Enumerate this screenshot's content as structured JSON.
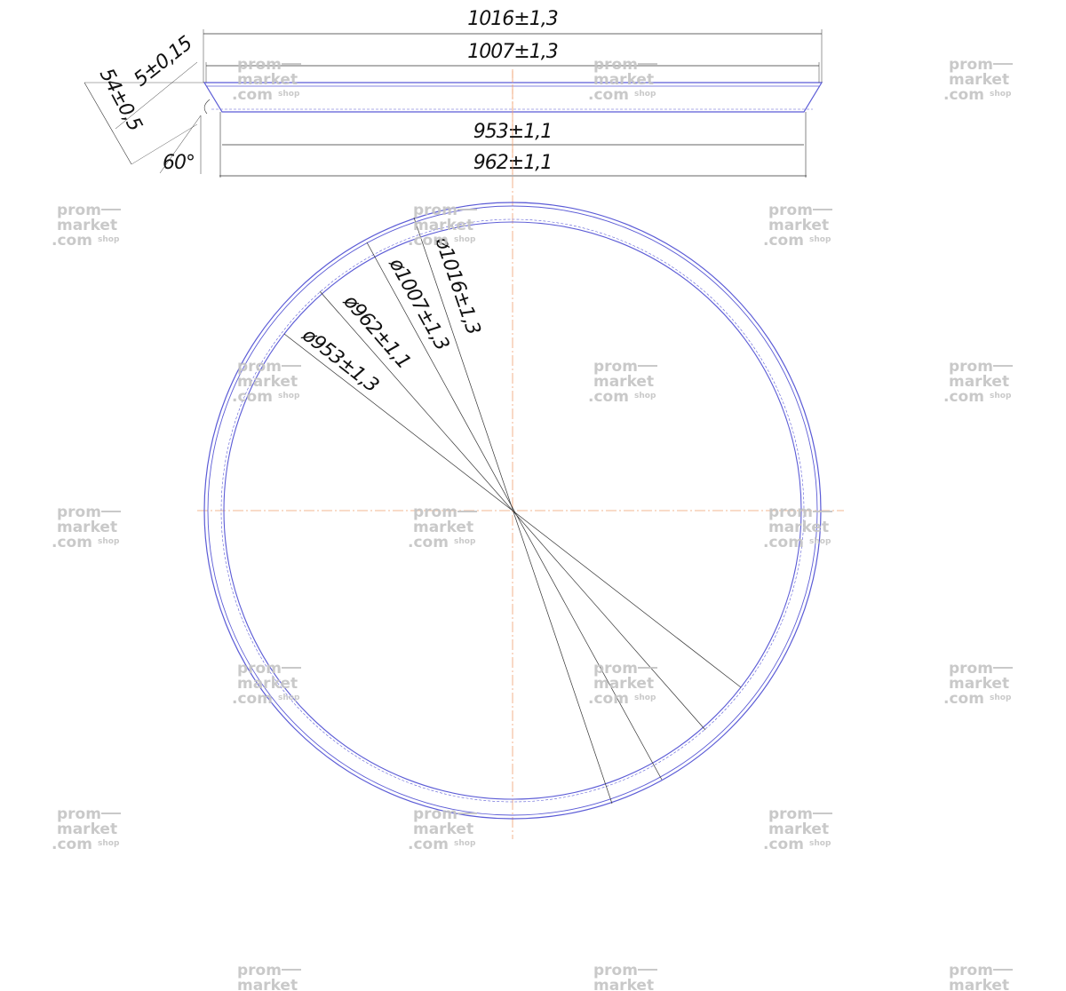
{
  "colors": {
    "outline": "#5b5bd6",
    "centerline": "#f0a070",
    "dimension": "#333333",
    "watermark": "#c4c4c4"
  },
  "profile": {
    "top_outer": "1016±1,3",
    "top_inner": "1007±1,3",
    "bottom_inner": "953±1,1",
    "bottom_outer": "962±1,1",
    "height": "54±0,5",
    "thickness": "5±0,15",
    "angle": "60°"
  },
  "plan": {
    "d1016": "ø1016±1,3",
    "d1007": "ø1007±1,3",
    "d962": "ø962±1,1",
    "d953": "ø953±1,3"
  },
  "watermark": {
    "line1": "prom",
    "line2": "market",
    "line3": ".com",
    "sub": "shop"
  }
}
